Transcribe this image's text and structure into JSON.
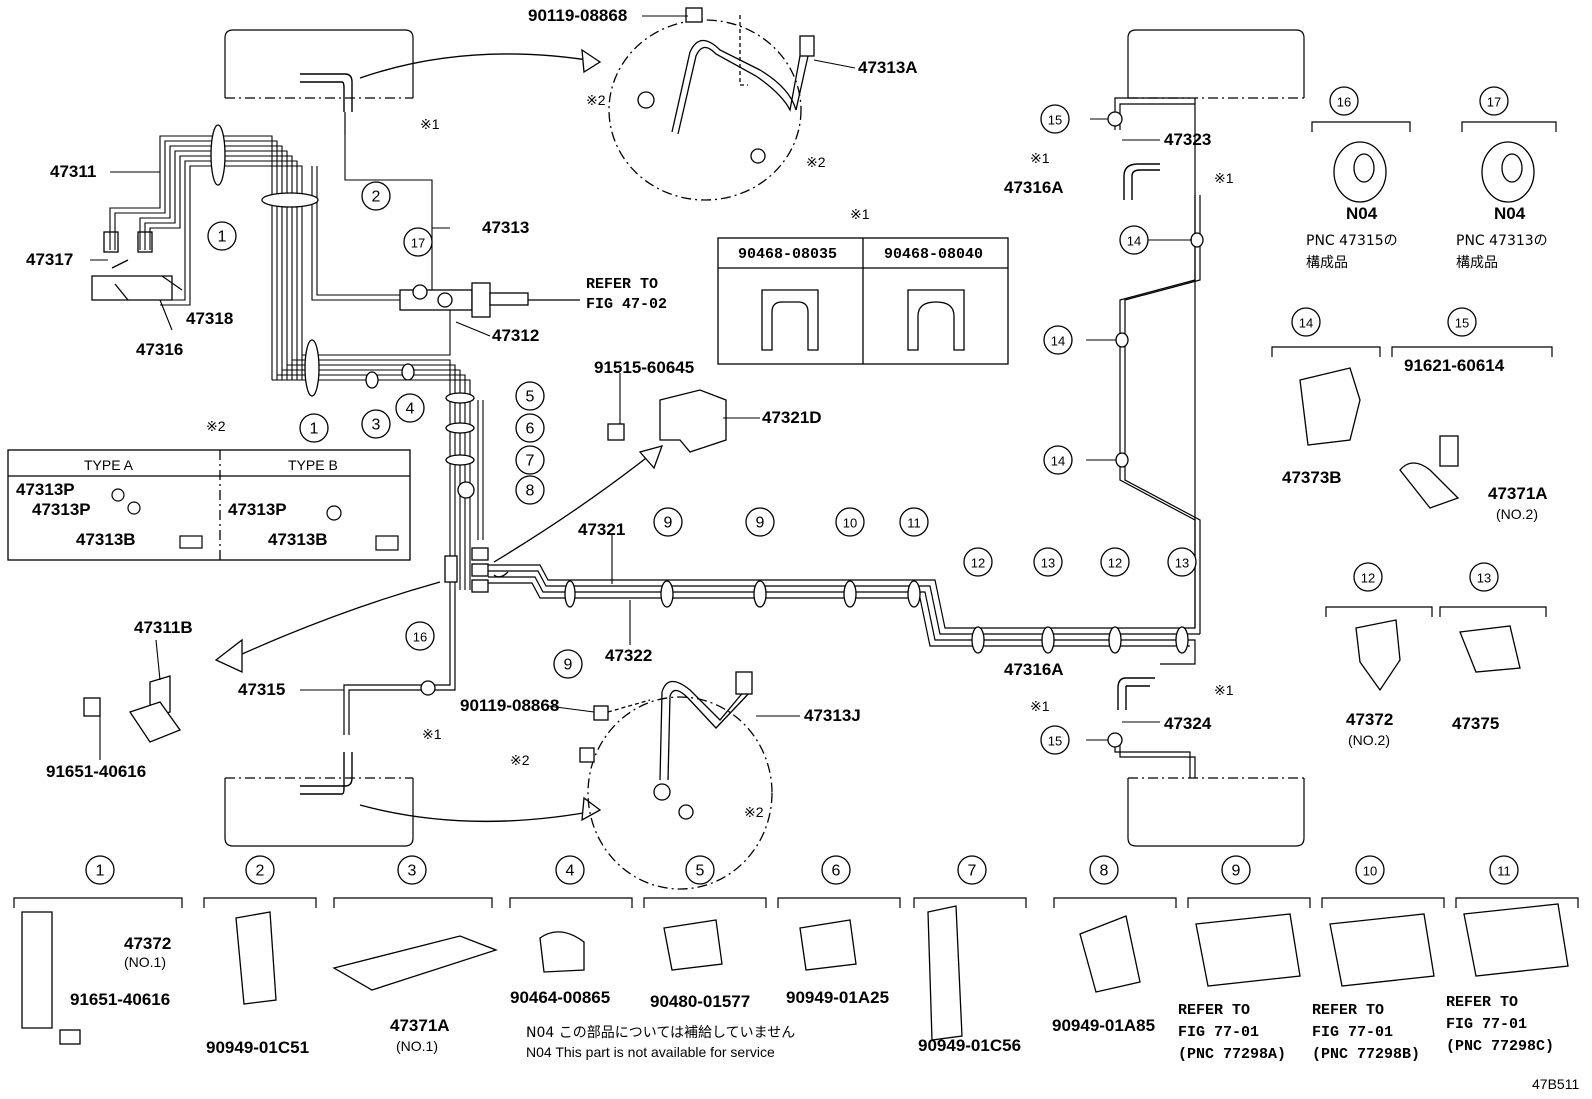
{
  "figure_code": "47B511",
  "note_marks": {
    "mark1": "※1",
    "mark2": "※2"
  },
  "callout_numbers": [
    "1",
    "2",
    "3",
    "4",
    "5",
    "6",
    "7",
    "8",
    "9",
    "10",
    "11",
    "12",
    "13",
    "14",
    "15",
    "16",
    "17"
  ],
  "part_labels": {
    "p47311": "47311",
    "p47317": "47317",
    "p47318": "47318",
    "p47316": "47316",
    "p47313": "47313",
    "p47312": "47312",
    "p47313A": "47313A",
    "bolt_top": "90119-08868",
    "p47321D": "47321D",
    "bolt_47321D": "91515-60645",
    "p47321": "47321",
    "p47322": "47322",
    "p47311B": "47311B",
    "bolt_47311B": "91651-40616",
    "p47315": "47315",
    "p47313J": "47313J",
    "bolt_bottom": "90119-08868",
    "p47323": "47323",
    "p47316A_top": "47316A",
    "p47316A_bottom": "47316A",
    "p47324": "47324",
    "refer_fig_47_02_a": "REFER TO",
    "refer_fig_47_02_b": "FIG 47-02"
  },
  "note1_table": {
    "headers": [
      "90468-08035",
      "90468-08040"
    ]
  },
  "note2_table": {
    "type_a": "TYPE A",
    "type_b": "TYPE B",
    "a_rows": [
      "47313P",
      "47313P",
      "47313B"
    ],
    "b_rows": [
      "47313P",
      "47313B"
    ]
  },
  "right_parts": {
    "c16_label": "N04",
    "c16_note1": "PNC 47315の",
    "c16_note2": "構成品",
    "c17_label": "N04",
    "c17_note1": "PNC 47313の",
    "c17_note2": "構成品",
    "c14_part": "47373B",
    "c15_bolt": "91621-60614",
    "c15_part": "47371A",
    "c15_sub": "(NO.2)",
    "c12_part": "47372",
    "c12_sub": "(NO.2)",
    "c13_part": "47375"
  },
  "bottom_parts": {
    "b1_part": "47372",
    "b1_sub": "(NO.1)",
    "b1_bolt": "91651-40616",
    "b2": "90949-01C51",
    "b3": "47371A",
    "b3_sub": "(NO.1)",
    "b4": "90464-00865",
    "b5": "90480-01577",
    "b6": "90949-01A25",
    "b7": "90949-01C56",
    "b8": "90949-01A85",
    "b9_a": "REFER TO",
    "b9_b": "FIG 77-01",
    "b9_c": "(PNC 77298A)",
    "b10_a": "REFER TO",
    "b10_b": "FIG 77-01",
    "b10_c": "(PNC 77298B)",
    "b11_a": "REFER TO",
    "b11_b": "FIG 77-01",
    "b11_c": "(PNC 77298C)"
  },
  "notice": {
    "jp": "N04 この部品については補給していません",
    "en": "N04 This part is not available for service"
  }
}
